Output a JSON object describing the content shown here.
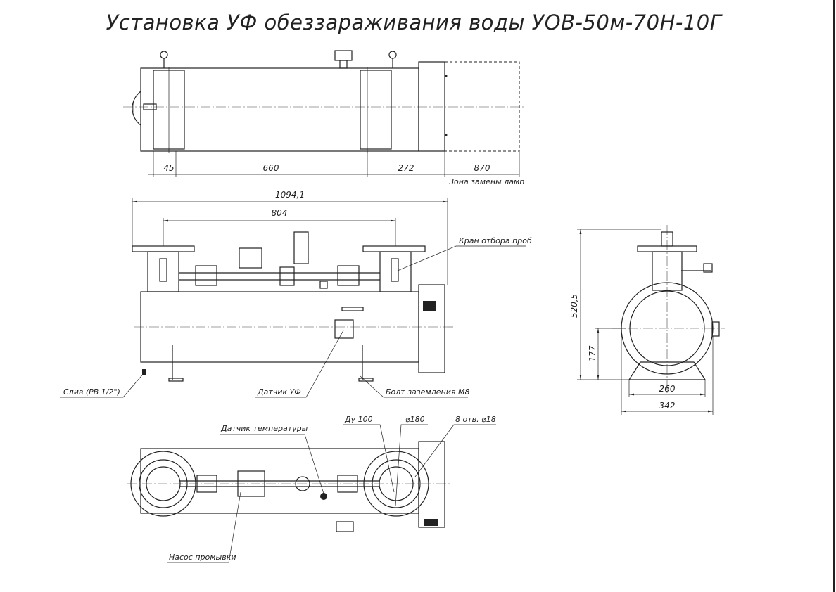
{
  "title": "Установка УФ обеззараживания воды УОВ-50м-70Н-10Г",
  "top_view": {
    "dims": [
      "45",
      "660",
      "272",
      "870"
    ],
    "lamp_zone_label": "Зона замены ламп"
  },
  "front_view": {
    "dims": [
      "1094,1",
      "804"
    ],
    "labels": {
      "sampling_valve": "Кран отбора проб",
      "drain": "Слив (РВ 1/2\")",
      "uv_sensor": "Датчик УФ",
      "ground_bolt": "Болт заземления М8"
    }
  },
  "side_view": {
    "dims": [
      "520,5",
      "177",
      "260",
      "342"
    ]
  },
  "bottom_view": {
    "labels": {
      "temp_sensor": "Датчик температуры",
      "dn": "Ду 100",
      "diameter": "⌀180",
      "holes": "8 отв. ⌀18",
      "flush_pump": "Насос промывки"
    }
  }
}
